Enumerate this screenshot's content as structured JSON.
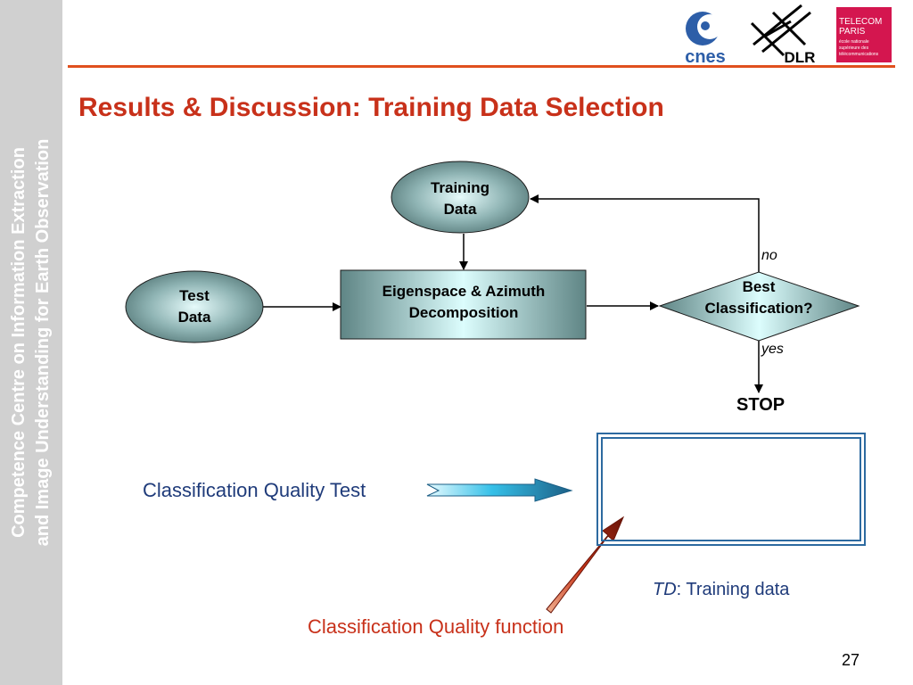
{
  "sidebar": {
    "line1": "Competence Centre on Information Extraction",
    "line2": "and Image Understanding for Earth Observation"
  },
  "logos": {
    "cnes": "cnes",
    "dlr": "DLR",
    "telecom_line1": "TELECOM",
    "telecom_line2": "PARIS",
    "telecom_line3": "école nationale",
    "telecom_line4": "supérieure des",
    "telecom_line5": "télécommunications"
  },
  "title": "Results & Discussion: Training Data Selection",
  "flowchart": {
    "training_data": [
      "Training",
      "Data"
    ],
    "test_data": [
      "Test",
      "Data"
    ],
    "decomposition": [
      "Eigenspace & Azimuth",
      "Decomposition"
    ],
    "decision": [
      "Best",
      "Classification?"
    ],
    "no_label": "no",
    "yes_label": "yes",
    "stop_label": "STOP"
  },
  "quality": {
    "test_label": "Classification Quality Test",
    "function_label": "Classification Quality function",
    "td_abbr": "TD",
    "td_rest": ": Training data"
  },
  "page_number": "27",
  "colors": {
    "accent": "#e0501e",
    "title": "#c8311a",
    "sidebar": "#d0d0d0",
    "text_blue": "#1f3b7a",
    "box_border": "#2d6aa0"
  }
}
